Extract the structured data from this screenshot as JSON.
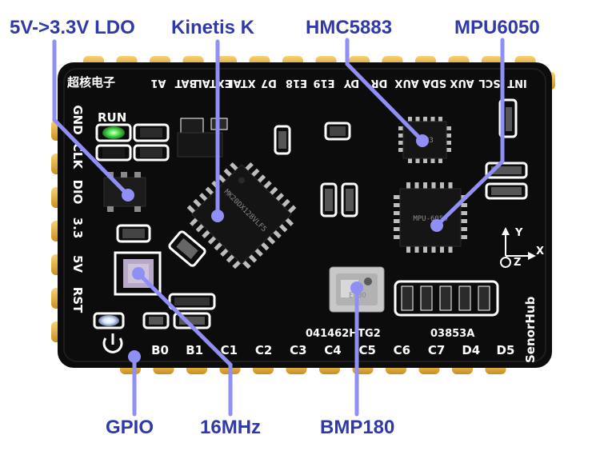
{
  "colors": {
    "callout_text": "#2f3aa8",
    "callout_line": "#8f8ff5",
    "board": "#0c0c0c",
    "gold": "#f0b93a",
    "silk": "#ffffff",
    "led_green": "#5cf25c",
    "led_white": "#eaf4ff"
  },
  "callouts": {
    "ldo": "5V->3.3V LDO",
    "kinetis": "Kinetis K",
    "hmc": "HMC5883",
    "mpu": "MPU6050",
    "gpio": "GPIO",
    "crystal": "16MHz",
    "bmp": "BMP180"
  },
  "board": {
    "logo": "超核电子",
    "run_label": "RUN",
    "top_pins": [
      "A1",
      "BAT",
      "EXTAL",
      "XTAL",
      "D7",
      "E18",
      "E19",
      "DY",
      "DR",
      "AUX",
      "SDA",
      "AUX",
      "SCL",
      "INT"
    ],
    "left_pins": [
      "GND",
      "CLK",
      "DIO",
      "3.3",
      "5V",
      "RST"
    ],
    "bottom_pins": [
      "B0",
      "B1",
      "C1",
      "C2",
      "C3",
      "C4",
      "C5",
      "C6",
      "C7",
      "D4",
      "D5"
    ],
    "serial_left": "041462HTG2",
    "serial_right": "03853A",
    "brand": "SenorHub",
    "axis_x": "X",
    "axis_y": "Y",
    "axis_z": "Z",
    "mcu_marking": "MK20DX128VLF5",
    "bmp_marking": "ENBO",
    "mag_marking": "5883",
    "imu_marking": "MPU-6050"
  }
}
